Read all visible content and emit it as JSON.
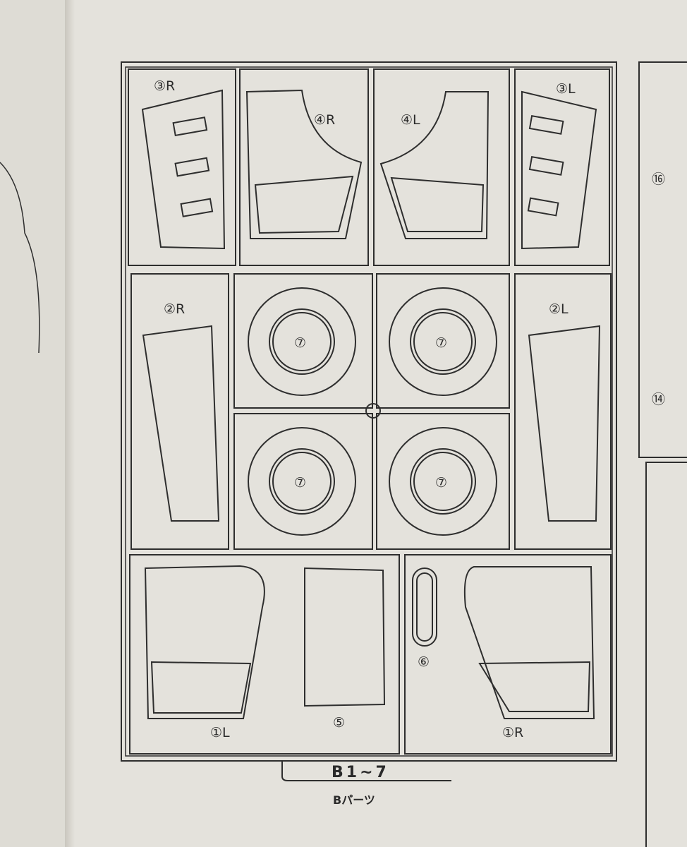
{
  "sprue": {
    "code": "B1~7",
    "caption": "Bパーツ",
    "parts": [
      {
        "id": "3R",
        "label": "③R"
      },
      {
        "id": "4R",
        "label": "④R"
      },
      {
        "id": "4L",
        "label": "④L"
      },
      {
        "id": "3L",
        "label": "③L"
      },
      {
        "id": "2R",
        "label": "②R"
      },
      {
        "id": "2L",
        "label": "②L"
      },
      {
        "id": "7a",
        "label": "⑦"
      },
      {
        "id": "7b",
        "label": "⑦"
      },
      {
        "id": "7c",
        "label": "⑦"
      },
      {
        "id": "7d",
        "label": "⑦"
      },
      {
        "id": "1L",
        "label": "①L"
      },
      {
        "id": "5",
        "label": "⑤"
      },
      {
        "id": "6",
        "label": "⑥"
      },
      {
        "id": "1R",
        "label": "①R"
      }
    ]
  },
  "next_sprue": {
    "parts": [
      {
        "label": "⑯"
      },
      {
        "label": "⑭"
      }
    ]
  },
  "colors": {
    "paper": "#e4e2dc",
    "ink": "#2e2e2e"
  }
}
